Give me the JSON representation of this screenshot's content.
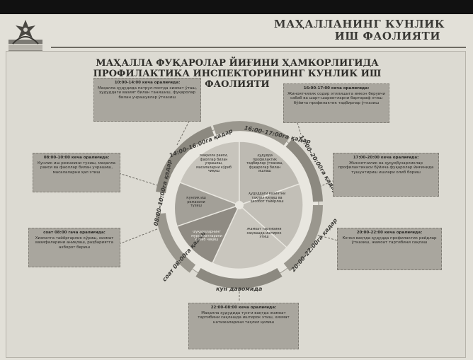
{
  "header": {
    "title_line1": "МАҲАЛЛАНИНГ КУНЛИК",
    "title_line2": "ИШ ФАОЛИЯТИ"
  },
  "main_title": {
    "line1": "МАҲАЛЛА ФУҚАРОЛАР ЙИҒИНИ ҲАМКОРЛИГИДА",
    "line2": "ПРОФИЛАКТИКА ИНСПЕКТОРИНИНГ КУНЛИК ИШ ФАОЛИЯТИ"
  },
  "wheel_labels": {
    "top_left": "14:00–16:00га қадар",
    "top_right": "16:00–17:00га қадар",
    "right_upper": "17:00–20:00га қадар",
    "right_lower": "20:00–22:00га қадар",
    "bottom": "кун давомида",
    "bottom_left": "соат 08:00га қадар",
    "left": "08:00–10:00га қадар"
  },
  "boxes": [
    {
      "time": "10:00-14:00 кеча оралиғида:",
      "text": "Маҳалла ҳудудида патрул-постда хизмат ўташ, ҳудуддаги вазият билан танишиш, фуқаролар билан учрашувлар ўтказиш"
    },
    {
      "time": "16:00-17:00 кеча оралиғида:",
      "text": "Жиноятчилик содир этилишига имкон берувчи сабаб ва шарт-шароитларни бартараф этиш бўйича профилактик тадбирлар ўтказиш"
    },
    {
      "time": "08:00-10:00 кеча оралиғида:",
      "text": "Кунлик иш режасини тузиш, маҳалла раиси ва фаоллар билан учрашиш, масалаларни ҳал этиш"
    },
    {
      "time": "17:00-20:00 кеча оралиғида:",
      "text": "Жиноятчилик ва ҳуқуқбузарликлар профилактикаси бўйича фуқаролар йиғинида тушунтириш ишлари олиб бориш"
    },
    {
      "time": "соат 08:00 гача оралиғида:",
      "text": "Хизматга тайёргарлик кўриш, хизмат вазифаларини аниқлаш, раҳбариятга ахборот бериш"
    },
    {
      "time": "20:00-22:00 кеча оралиғида:",
      "text": "Кечки вақтда ҳудудда профилактик рейдлар ўтказиш, жамоат тартибини сақлаш"
    },
    {
      "time": "22:00-08:00 кеча оралиғида:",
      "text": "Маҳалла ҳудудида тунги вақтда жамоат тартибини сақлашда иштирок этиш, хизмат натижаларини таҳлил қилиш"
    }
  ],
  "sectors": [
    {
      "text": "Маҳалла раиси, фаоллар билан учрашиш, масалаларни кўриб чиқиш"
    },
    {
      "text": "Ҳудудда профилактик тадбирлар ўтказиш, фуқаролар билан ишлаш"
    },
    {
      "text": "Ҳудуддаги вазиятни таҳлил қилиш ва ҳисобот тайёрлаш"
    },
    {
      "text": "Жамоат тартибини сақлашда иштирок этиш"
    },
    {
      "text": "Фуқароларнинг мурожаатларини кўриб чиқиш"
    },
    {
      "text": "Кунлик иш режасини тузиш"
    }
  ],
  "colors": {
    "panel": "#dcdad2",
    "box": "#a9a69e",
    "sector_dark": "#8f8b83",
    "sector_light": "#c7c4bc"
  }
}
